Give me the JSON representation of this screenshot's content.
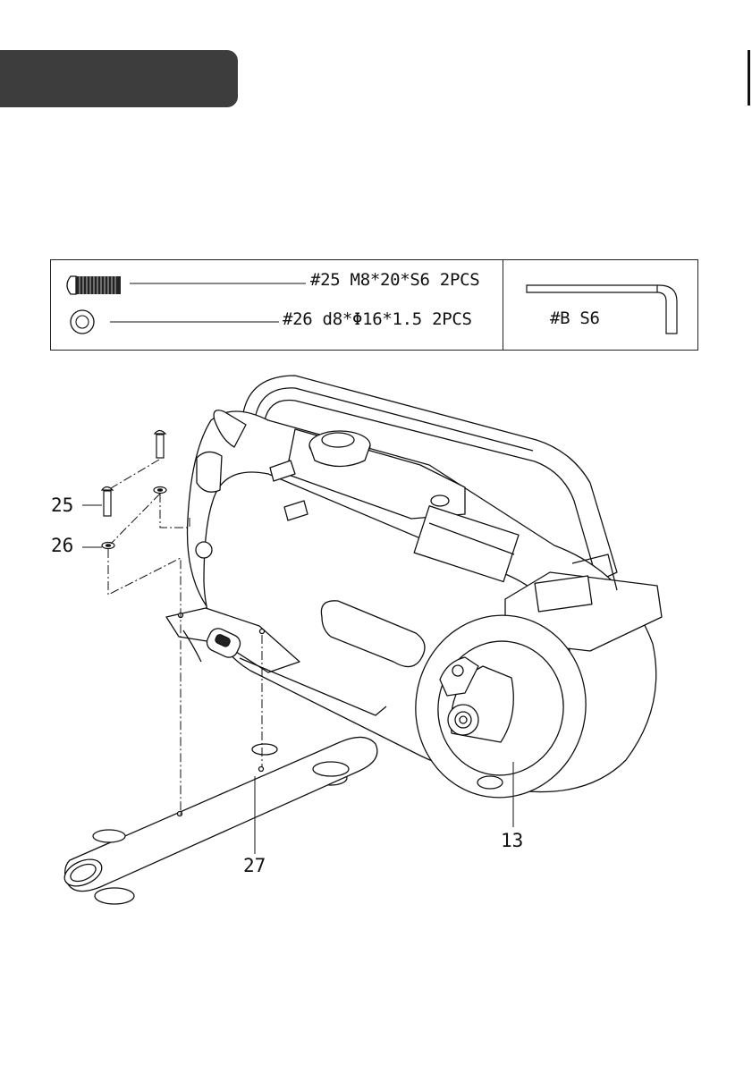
{
  "hardware": {
    "bolt": {
      "label": "#25 M8*20*S6 2PCS",
      "icon": "bolt-icon"
    },
    "washer": {
      "label": "#26 d8*Φ16*1.5 2PCS",
      "icon": "washer-icon"
    },
    "tool": {
      "label": "#B S6",
      "icon": "allen-key-icon"
    }
  },
  "callouts": {
    "bolt": "25",
    "washer": "26",
    "front_stabilizer": "27",
    "main_frame": "13"
  }
}
